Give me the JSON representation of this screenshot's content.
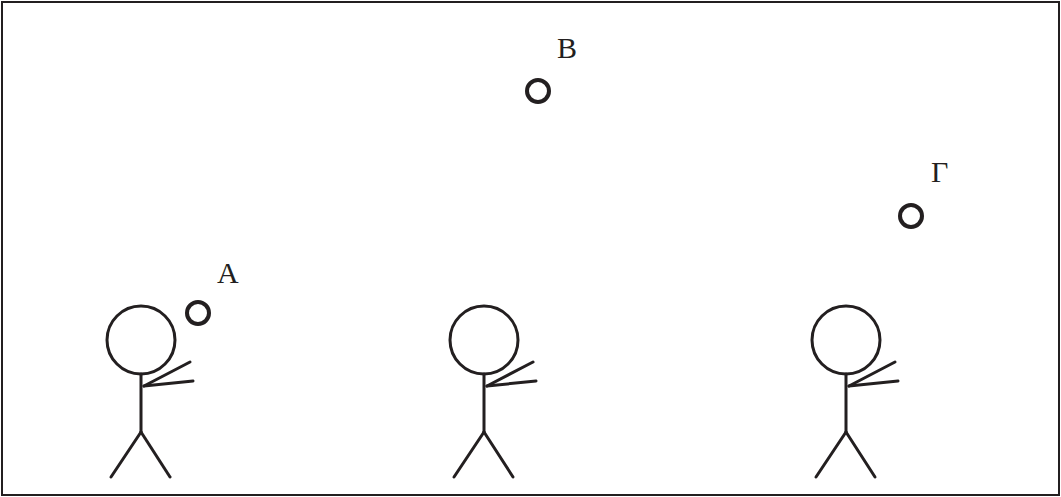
{
  "diagram": {
    "labels": [
      "A",
      "B",
      "Γ"
    ]
  }
}
